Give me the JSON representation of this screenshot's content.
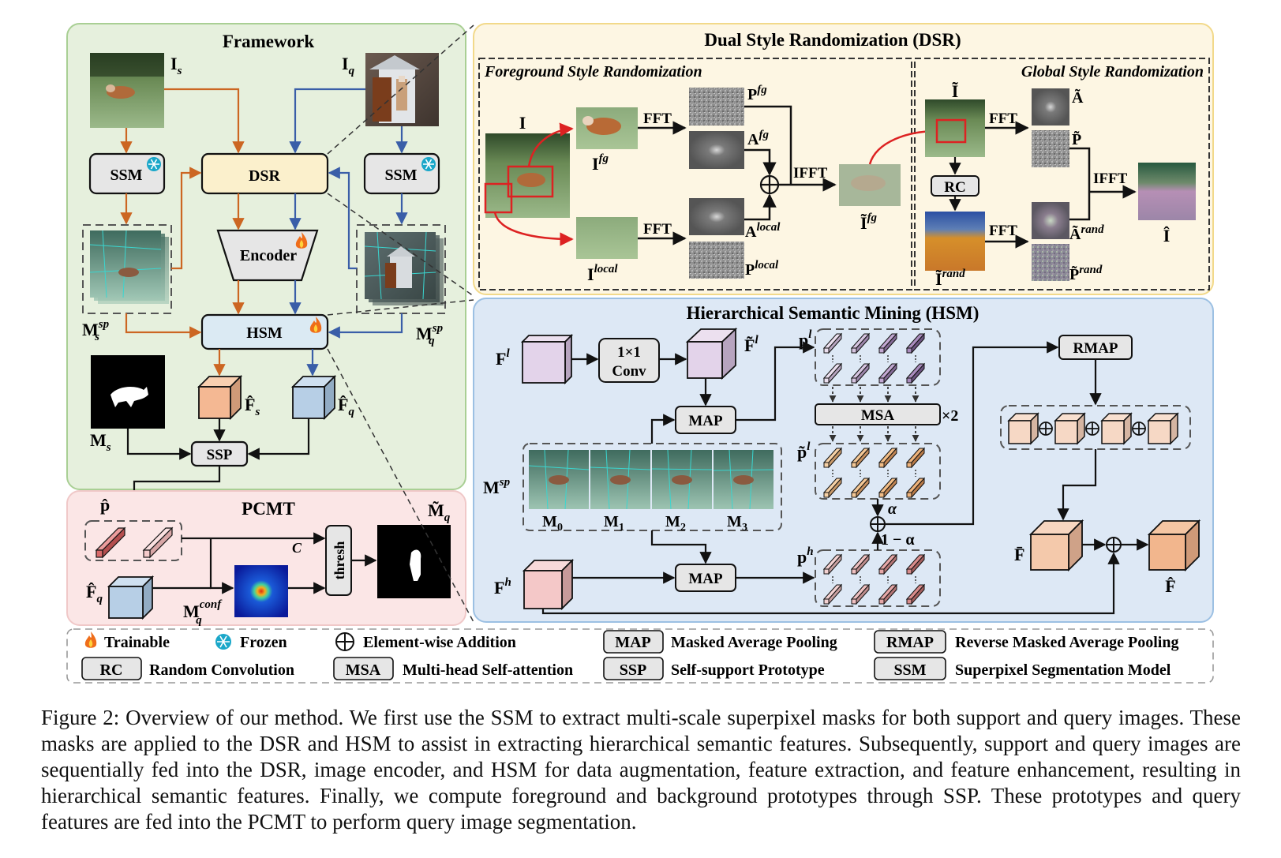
{
  "figure": {
    "number_label": "Figure 2",
    "caption": "Figure 2: Overview of our method. We first use the SSM to extract multi-scale superpixel masks for both support and query images. These masks are applied to the DSR and HSM to assist in extracting hierarchical semantic features. Subsequently, support and query images are sequentially fed into the DSR, image encoder, and HSM for data augmentation, feature extraction, and feature enhancement, resulting in hierarchical semantic features. Finally, we compute foreground and background prototypes through SSP. These prototypes and query features are fed into the PCMT to perform query image segmentation."
  },
  "colors": {
    "framework_bg": "#e6f0dd",
    "framework_border": "#a9cf94",
    "pcmt_bg": "#fbe6e6",
    "pcmt_border": "#f0c8c8",
    "dsr_bg": "#fdf6e3",
    "dsr_border": "#f2d98a",
    "hsm_bg": "#dde8f5",
    "hsm_border": "#9cc0e3",
    "support_arrow": "#cc6622",
    "query_arrow": "#3a5ea8",
    "dsr_box": "#fbf0cc",
    "hsm_box": "#dbeaf3",
    "module_box": "#e6e6e6",
    "support_cube": "#f4b893",
    "query_cube": "#b7cfe6",
    "red_arrow": "#dd2222"
  },
  "framework": {
    "title": "Framework",
    "support_image_label": "I",
    "support_image_sub": "s",
    "query_image_label": "I",
    "query_image_sub": "q",
    "ssm_label": "SSM",
    "dsr_label": "DSR",
    "encoder_label": "Encoder",
    "hsm_label": "HSM",
    "ssp_label": "SSP",
    "support_sp_label": "M",
    "support_sp_sub": "s",
    "support_sp_sup": "sp",
    "query_sp_label": "M",
    "query_sp_sub": "q",
    "query_sp_sup": "sp",
    "support_mask_label": "M",
    "support_mask_sub": "s",
    "support_feat_label": "F̂",
    "support_feat_sub": "s",
    "query_feat_label": "F̂",
    "query_feat_sub": "q"
  },
  "pcmt": {
    "title": "PCMT",
    "proto_label": "p̂",
    "query_feat_label": "F̂",
    "query_feat_sub": "q",
    "conf_label": "M",
    "conf_sub": "q",
    "conf_sup": "conf",
    "c_label": "C",
    "thresh_label": "thresh",
    "pred_label": "M̃",
    "pred_sub": "q"
  },
  "dsr": {
    "title": "Dual Style Randomization (DSR)",
    "fsr_title": "Foreground Style Randomization",
    "gsr_title": "Global Style Randomization",
    "input_label": "I",
    "fg_label": "I",
    "fg_sup": "fg",
    "local_label": "I",
    "local_sup": "local",
    "fft_label": "FFT",
    "ifft_label": "IFFT",
    "p_fg": "P",
    "p_fg_sup": "fg",
    "a_fg": "A",
    "a_fg_sup": "fg",
    "a_local": "A",
    "a_local_sup": "local",
    "p_local": "P",
    "p_local_sup": "local",
    "fg_out": "Ĩ",
    "fg_out_sup": "fg",
    "g_in": "Ĩ",
    "rc_label": "RC",
    "g_rand": "Ĩ",
    "g_rand_sup": "rand",
    "a_tilde": "Ã",
    "p_tilde": "P̃",
    "a_rand": "Ã",
    "a_rand_sup": "rand",
    "p_rand": "P̃",
    "p_rand_sup": "rand",
    "output": "Î"
  },
  "hsm": {
    "title": "Hierarchical Semantic Mining (HSM)",
    "fl_label": "F",
    "fl_sup": "l",
    "conv_line1": "1×1",
    "conv_line2": "Conv",
    "fl_tilde": "F̃",
    "fl_tilde_sup": "l",
    "map_label": "MAP",
    "msp_label": "M",
    "msp_sup": "sp",
    "mask_labels": [
      "M",
      "M",
      "M",
      "M"
    ],
    "mask_subs": [
      "0",
      "1",
      "2",
      "3"
    ],
    "fh_label": "F",
    "fh_sup": "h",
    "pl_label": "p",
    "pl_sup": "l",
    "msa_label": "MSA",
    "msa_repeat": "×2",
    "pl_tilde": "p̃",
    "pl_tilde_sup": "l",
    "alpha": "α",
    "one_minus_alpha": "1 − α",
    "ph_label": "p",
    "ph_sup": "h",
    "rmap_label": "RMAP",
    "fbar": "F̄",
    "fhat": "F̂"
  },
  "legend": {
    "items": [
      {
        "icon": "flame-icon",
        "label": "Trainable"
      },
      {
        "icon": "snowflake-icon",
        "label": "Frozen"
      },
      {
        "icon": "circled-plus-icon",
        "label": "Element-wise Addition"
      },
      {
        "box": "MAP",
        "label": "Masked Average Pooling"
      },
      {
        "box": "RMAP",
        "label": "Reverse Masked Average Pooling"
      },
      {
        "box": "RC",
        "label": "Random Convolution"
      },
      {
        "box": "MSA",
        "label": "Multi-head Self-attention"
      },
      {
        "box": "SSP",
        "label": "Self-support Prototype"
      },
      {
        "box": "SSM",
        "label": "Superpixel Segmentation Model"
      }
    ]
  }
}
